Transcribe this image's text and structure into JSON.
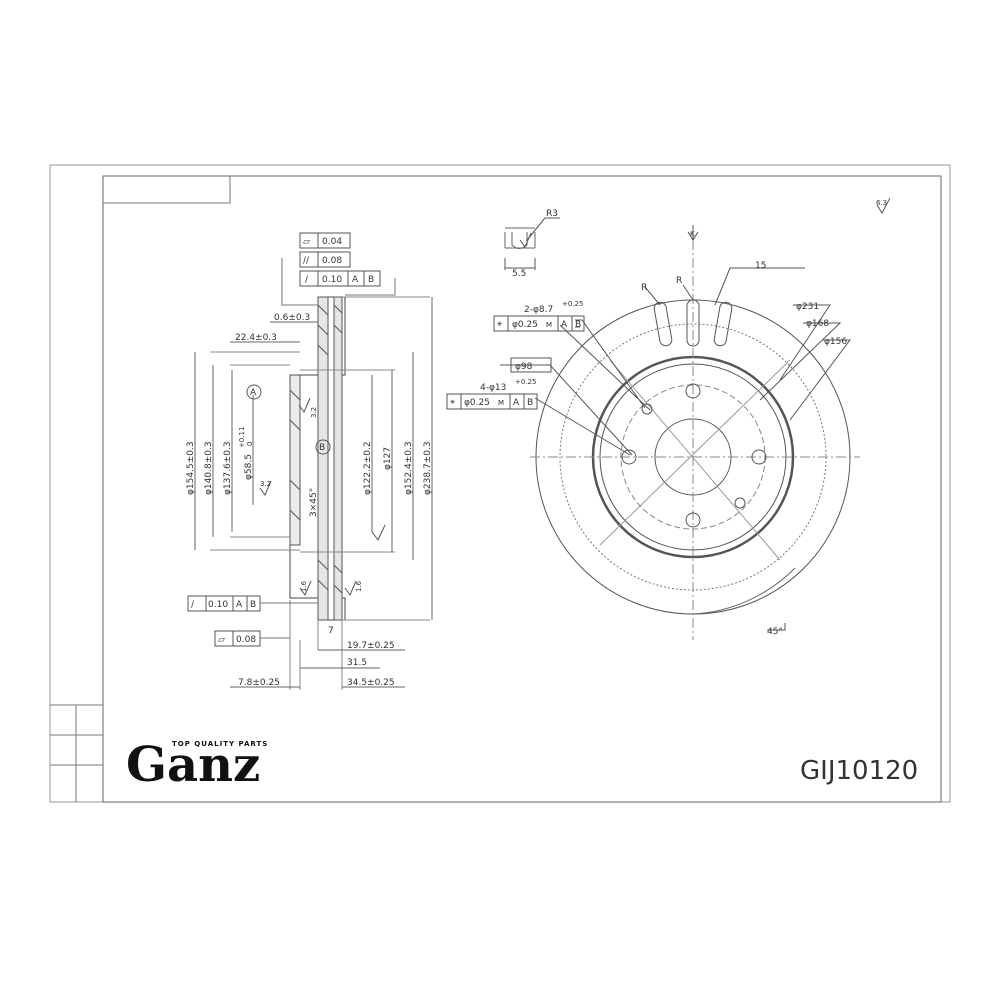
{
  "title_block": {
    "brand": "Ganz",
    "tagline": "TOP QUALITY PARTS",
    "part_number": "GIJ10120"
  },
  "section_view": {
    "tolerances": {
      "flatness": "0.04",
      "parallelism": "0.08",
      "runout": "0.10",
      "datum_a": "A",
      "datum_b": "B",
      "lower_runout": "0.10",
      "lower_flatness": "0.08"
    },
    "datum_labels": {
      "a": "A",
      "b": "B"
    },
    "dims_top": [
      "0.6±0.3",
      "22.4±0.3"
    ],
    "dims_vertical": [
      "φ154.5±0.3",
      "φ140.8±0.3",
      "φ137.6±0.3",
      "φ58.5",
      "φ122.2±0.2",
      "φ127",
      "φ152.4±0.3",
      "φ238.7±0.3"
    ],
    "dims_bottom": [
      "19.7±0.25",
      "31.5",
      "7.8±0.25",
      "34.5±0.25"
    ],
    "chamfer": "3×45°",
    "roughness": [
      "3.2",
      "3.2",
      "1.6",
      "1.6"
    ],
    "seven": "7",
    "tol_58": "+0.11",
    "tol_58_low": "0"
  },
  "front_view": {
    "detail_r": "R3",
    "detail_width": "5.5",
    "k_label": "K",
    "r_labels": [
      "R",
      "R"
    ],
    "slot_label": "15",
    "corner_roughness": "6.3",
    "holes_2": "2-φ8.7",
    "holes_2_tol": "+0.25",
    "holes_2_frame": [
      "φ0.25",
      "M",
      "A",
      "B"
    ],
    "hub": "φ98",
    "holes_4": "4-φ13",
    "holes_4_tol": "+0.25",
    "holes_4_frame": [
      "φ0.25",
      "M",
      "A",
      "B"
    ],
    "diameters": [
      "φ231",
      "φ168",
      "φ156"
    ],
    "angle": "45°"
  }
}
